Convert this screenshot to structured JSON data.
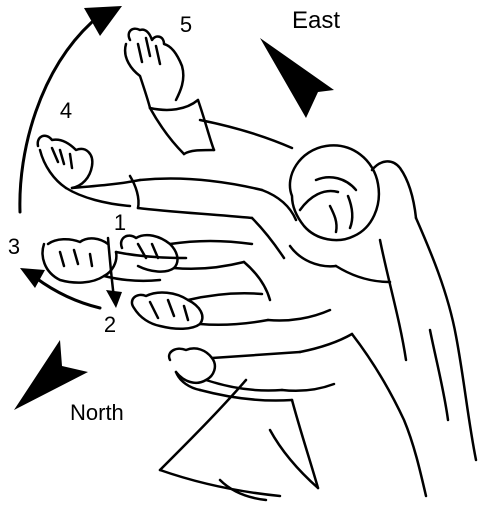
{
  "labels": {
    "step_1": "1",
    "step_2": "2",
    "step_3": "3",
    "step_4": "4",
    "step_5": "5",
    "east": "East",
    "north": "North"
  },
  "colors": {
    "ink": "#000000",
    "paper": "#ffffff"
  }
}
